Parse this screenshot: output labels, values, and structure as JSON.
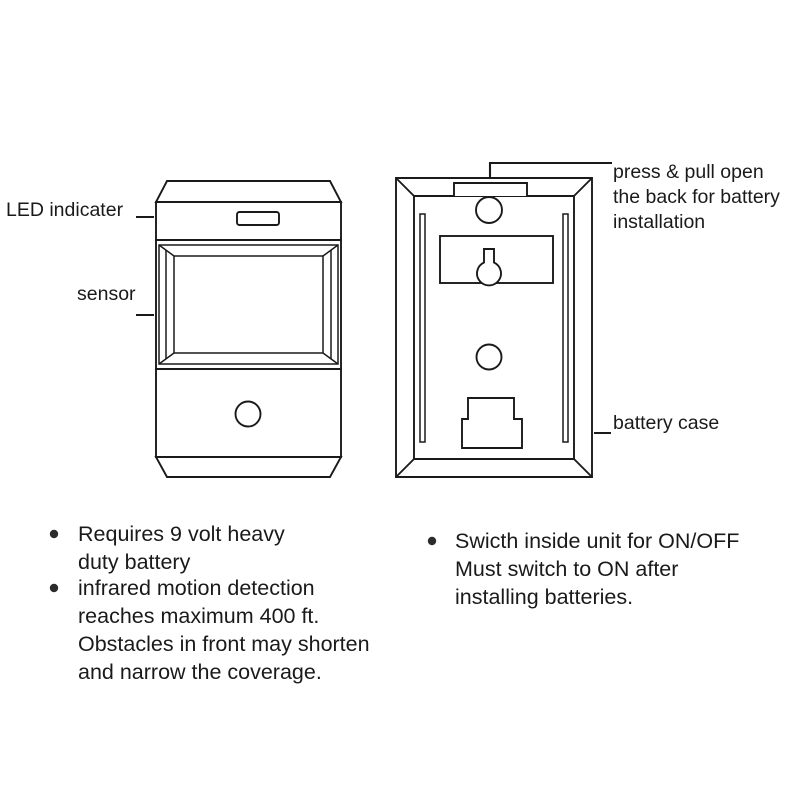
{
  "document": {
    "title": "Infrared Motion Sensor - Front and Back View Instructions",
    "background_color": "#ffffff",
    "line_color": "#1a1a1a"
  },
  "figures": {
    "front_view": {
      "name": "front view of motion sensor unit",
      "callouts": [
        {
          "id": "led-indicator",
          "label": "LED indicater",
          "points_to": "small rectangular LED window on upper housing"
        },
        {
          "id": "sensor",
          "label": "sensor",
          "points_to": "large recessed fresnel lens window"
        }
      ],
      "parts": {
        "led_window": "rounded rectangle LED slot",
        "lens_window": "beveled rectangular sensor lens",
        "screw_hole": "small circle on lower panel"
      }
    },
    "back_view": {
      "name": "back view of motion sensor unit battery cover",
      "callouts": [
        {
          "id": "press-pull",
          "label_lines": [
            "press & pull open",
            "the back for battery",
            "installation"
          ],
          "points_to": "top edge of back cover"
        },
        {
          "id": "battery-case",
          "label": "battery case",
          "points_to": "right side edge of back cover"
        }
      ],
      "parts": {
        "keyhole_slot": "keyhole mounting slot in recessed rectangle",
        "upper_hole": "circular mounting hole near top notch",
        "lower_hole": "circular mounting hole in lower area",
        "battery_compartment": "stepped battery compartment outline",
        "side_slots": "two vertical slots left and right"
      }
    }
  },
  "specs": {
    "left_column": [
      {
        "id": "spec-battery",
        "lines": [
          "Requires 9 volt heavy",
          "duty battery"
        ]
      },
      {
        "id": "spec-range",
        "lines": [
          "infrared motion detection",
          "reaches maximum 400 ft.",
          "Obstacles in front may shorten",
          "and narrow the coverage."
        ]
      }
    ],
    "right_column": [
      {
        "id": "spec-switch",
        "lines": [
          "Swicth inside unit for ON/OFF",
          "Must switch to ON after",
          "installing batteries."
        ]
      }
    ]
  }
}
